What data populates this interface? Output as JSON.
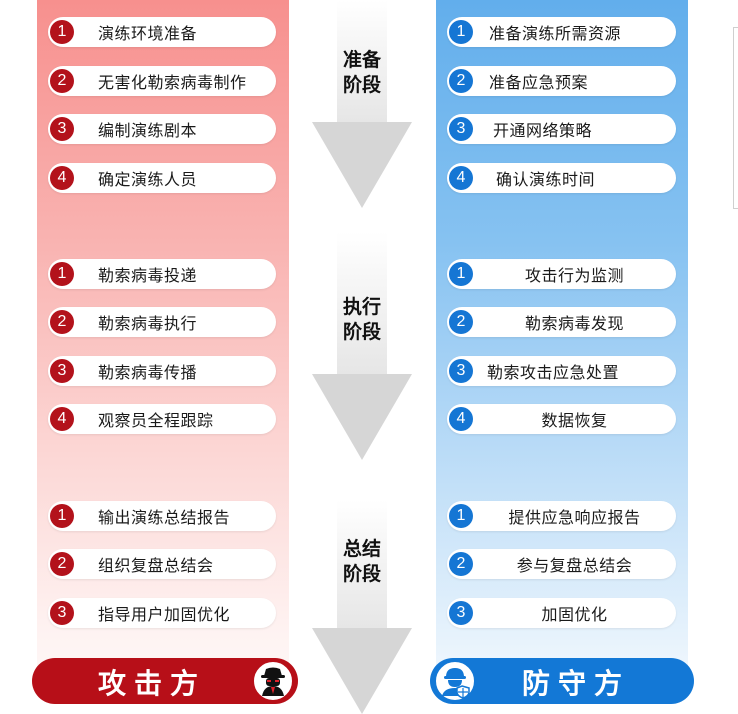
{
  "attacker": {
    "title": "攻击方",
    "icon": "hacker-icon",
    "color": "#b70f18",
    "stages": [
      {
        "items": [
          {
            "num": "1",
            "label": "演练环境准备"
          },
          {
            "num": "2",
            "label": "无害化勒索病毒制作"
          },
          {
            "num": "3",
            "label": "编制演练剧本"
          },
          {
            "num": "4",
            "label": "确定演练人员"
          }
        ]
      },
      {
        "items": [
          {
            "num": "1",
            "label": "勒索病毒投递"
          },
          {
            "num": "2",
            "label": "勒索病毒执行"
          },
          {
            "num": "3",
            "label": "勒索病毒传播"
          },
          {
            "num": "4",
            "label": "观察员全程跟踪"
          }
        ]
      },
      {
        "items": [
          {
            "num": "1",
            "label": "输出演练总结报告"
          },
          {
            "num": "2",
            "label": "组织复盘总结会"
          },
          {
            "num": "3",
            "label": "指导用户加固优化"
          }
        ]
      }
    ]
  },
  "phases": [
    {
      "line1": "准备",
      "line2": "阶段"
    },
    {
      "line1": "执行",
      "line2": "阶段"
    },
    {
      "line1": "总结",
      "line2": "阶段"
    }
  ],
  "defender": {
    "title": "防守方",
    "icon": "security-worker-shield-icon",
    "color": "#1378d6",
    "stages": [
      {
        "items": [
          {
            "num": "1",
            "label": "准备演练所需资源"
          },
          {
            "num": "2",
            "label": "准备应急预案"
          },
          {
            "num": "3",
            "label": "开通网络策略"
          },
          {
            "num": "4",
            "label": "确认演练时间"
          }
        ]
      },
      {
        "items": [
          {
            "num": "1",
            "label": "攻击行为监测"
          },
          {
            "num": "2",
            "label": "勒索病毒发现"
          },
          {
            "num": "3",
            "label": "勒索攻击应急处置"
          },
          {
            "num": "4",
            "label": "数据恢复"
          }
        ]
      },
      {
        "items": [
          {
            "num": "1",
            "label": "提供应急响应报告"
          },
          {
            "num": "2",
            "label": "参与复盘总结会"
          },
          {
            "num": "3",
            "label": "加固优化"
          }
        ]
      }
    ]
  }
}
